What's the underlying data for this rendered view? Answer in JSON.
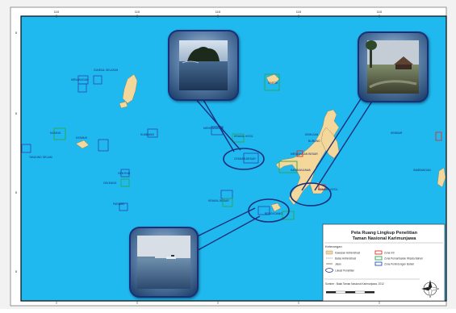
{
  "map": {
    "background_color": "#1fb9ef",
    "land_color": "#f4d79a",
    "zone_colors": {
      "red": "#e0302a",
      "green": "#28a84b",
      "blue": "#2a4fb8"
    },
    "frame_color": "#0a0a0a"
  },
  "graticule": {
    "top": [
      "110",
      "110",
      "110",
      "110",
      "110"
    ],
    "left": [
      "5",
      "5",
      "5",
      "5"
    ]
  },
  "place_labels": [
    {
      "id": "gundul",
      "text": "GUNDUL SELATAN"
    },
    {
      "id": "menjangan",
      "text": "MENJANGAN"
    },
    {
      "id": "kemujan",
      "text": "KEMUJAN"
    },
    {
      "id": "nyamuk",
      "text": "NYAMUK"
    },
    {
      "id": "katang",
      "text": "KATANG"
    },
    {
      "id": "kumbang",
      "text": "KUMBANG"
    },
    {
      "id": "karimunjawa",
      "text": "KARIMUNJAWA"
    },
    {
      "id": "tanjung",
      "text": "TANJUNG GELAM"
    },
    {
      "id": "cemara",
      "text": "CEMARA BESAR"
    },
    {
      "id": "menyawakan",
      "text": "MENYAWAKAN"
    },
    {
      "id": "bengkoang",
      "text": "BENGKOANG"
    },
    {
      "id": "genting",
      "text": "GENTING"
    },
    {
      "id": "sintok",
      "text": "SINTOK"
    },
    {
      "id": "parang",
      "text": "PARANG"
    },
    {
      "id": "kembar",
      "text": "KEMBAR"
    },
    {
      "id": "geleang",
      "text": "GELEANG"
    },
    {
      "id": "burung",
      "text": "BURUNG"
    },
    {
      "id": "krakal",
      "text": "KRAKAL BESAR"
    },
    {
      "id": "kecil",
      "text": "KRAKAL KECIL"
    },
    {
      "id": "cilik",
      "text": "CEMARA KECIL"
    },
    {
      "id": "menjangan_besar",
      "text": "MENJANGAN BESAR"
    },
    {
      "id": "sambangan",
      "text": "SAMBANGAN"
    }
  ],
  "legend": {
    "title_line1": "Peta Ruang Lingkup Penelitian",
    "title_line2": "Taman Nasional Karimunjawa",
    "section_heading": "Keterangan",
    "items_left": [
      "Kawasan Administrasi",
      "Batas Administrasi",
      "Jalan",
      "Lokasi Penelitian"
    ],
    "items_right": [
      "Zona Inti",
      "Zona Pemanfaatan Wisata Bahari",
      "Zona Perlindungan Bahari"
    ],
    "source": "Sumber : Balai Taman Nasional Karimunjawa, 2012"
  }
}
